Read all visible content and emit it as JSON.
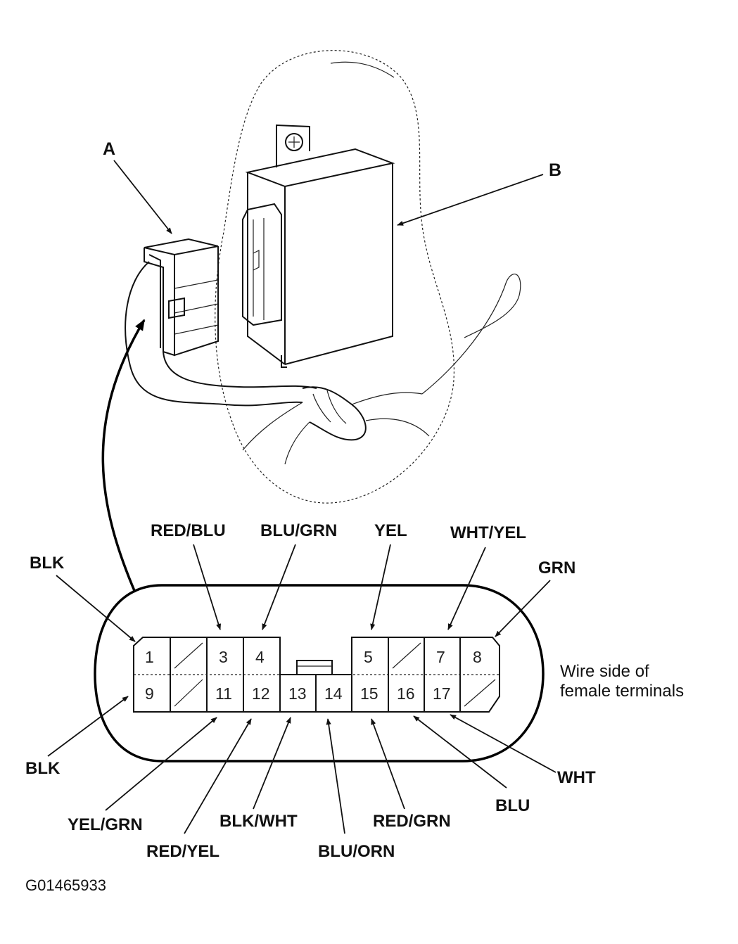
{
  "callouts": {
    "a": "A",
    "b": "B"
  },
  "wires": {
    "pin1": "BLK",
    "pin3": "RED/BLU",
    "pin4": "BLU/GRN",
    "pin5": "YEL",
    "pin7": "WHT/YEL",
    "pin8": "GRN",
    "pin9": "BLK",
    "pin11": "YEL/GRN",
    "pin12": "RED/YEL",
    "pin13": "BLK/WHT",
    "pin14": "BLU/ORN",
    "pin15": "RED/GRN",
    "pin16": "BLU",
    "pin17": "WHT"
  },
  "pins": {
    "p1": "1",
    "p3": "3",
    "p4": "4",
    "p5": "5",
    "p7": "7",
    "p8": "8",
    "p9": "9",
    "p11": "11",
    "p12": "12",
    "p13": "13",
    "p14": "14",
    "p15": "15",
    "p16": "16",
    "p17": "17"
  },
  "note": {
    "line1": "Wire side of",
    "line2": "female terminals"
  },
  "figure_code": "G01465933"
}
